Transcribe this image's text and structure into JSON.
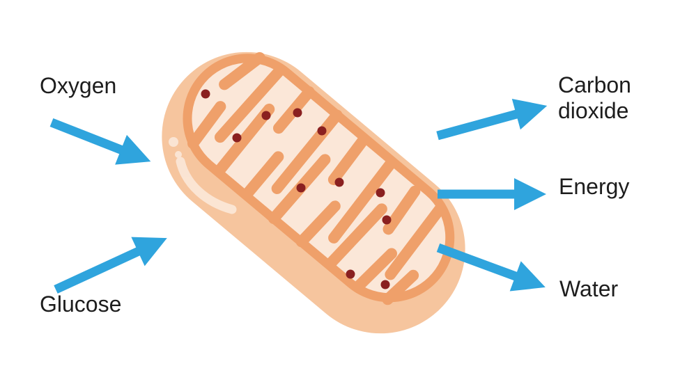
{
  "diagram": {
    "illustration_name": "mitochondrion",
    "inputs": [
      {
        "label": "Oxygen"
      },
      {
        "label": "Glucose"
      }
    ],
    "outputs": [
      {
        "label": "Carbon dioxide"
      },
      {
        "label": "Energy"
      },
      {
        "label": "Water"
      }
    ],
    "colors": {
      "arrow_blue": "#2FA4DD",
      "label_text": "#1D1D1D",
      "background": "#FFFFFF",
      "mito_body": "#F6C59E",
      "mito_membrane": "#EFA06A",
      "mito_matrix": "#FBE7D8",
      "granule": "#8A2020",
      "gloss": "#FFFFFF"
    }
  }
}
